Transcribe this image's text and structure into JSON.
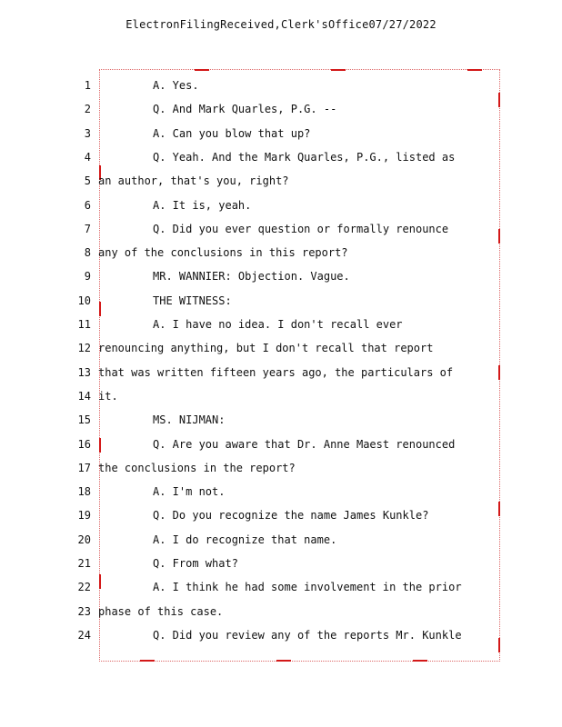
{
  "header": {
    "text": "ElectronFilingReceived,Clerk'sOffice07/27/2022"
  },
  "transcript": {
    "lines": [
      {
        "num": "1",
        "text": "A. Yes.",
        "indent": true
      },
      {
        "num": "2",
        "text": "Q. And Mark Quarles, P.G. --",
        "indent": true
      },
      {
        "num": "3",
        "text": "A. Can you blow that up?",
        "indent": true
      },
      {
        "num": "4",
        "text": "Q. Yeah. And the Mark Quarles, P.G., listed as",
        "indent": true
      },
      {
        "num": "5",
        "text": "an author, that's you, right?",
        "indent": false
      },
      {
        "num": "6",
        "text": "A. It is, yeah.",
        "indent": true
      },
      {
        "num": "7",
        "text": "Q. Did you ever question or formally renounce",
        "indent": true
      },
      {
        "num": "8",
        "text": "any of the conclusions in this report?",
        "indent": false
      },
      {
        "num": "9",
        "text": "MR. WANNIER: Objection. Vague.",
        "indent": true
      },
      {
        "num": "10",
        "text": "THE WITNESS:",
        "indent": true
      },
      {
        "num": "11",
        "text": "A. I have no idea. I don't recall ever",
        "indent": true
      },
      {
        "num": "12",
        "text": "renouncing anything, but I don't recall that report",
        "indent": false
      },
      {
        "num": "13",
        "text": "that was written fifteen years ago, the particulars of",
        "indent": false
      },
      {
        "num": "14",
        "text": "it.",
        "indent": false
      },
      {
        "num": "15",
        "text": "MS. NIJMAN:",
        "indent": true
      },
      {
        "num": "16",
        "text": "Q. Are you aware that Dr. Anne Maest renounced",
        "indent": true
      },
      {
        "num": "17",
        "text": "the conclusions in the report?",
        "indent": false
      },
      {
        "num": "18",
        "text": "A. I'm not.",
        "indent": true
      },
      {
        "num": "19",
        "text": "Q. Do you recognize the name James Kunkle?",
        "indent": true
      },
      {
        "num": "20",
        "text": "A. I do recognize that name.",
        "indent": true
      },
      {
        "num": "21",
        "text": "Q. From what?",
        "indent": true
      },
      {
        "num": "22",
        "text": "A. I think he had some involvement in the prior",
        "indent": true
      },
      {
        "num": "23",
        "text": "phase of this case.",
        "indent": false
      },
      {
        "num": "24",
        "text": "Q. Did you review any of the reports Mr. Kunkle",
        "indent": true
      }
    ]
  },
  "colors": {
    "frame": "#d66",
    "marks": "#d31818"
  }
}
